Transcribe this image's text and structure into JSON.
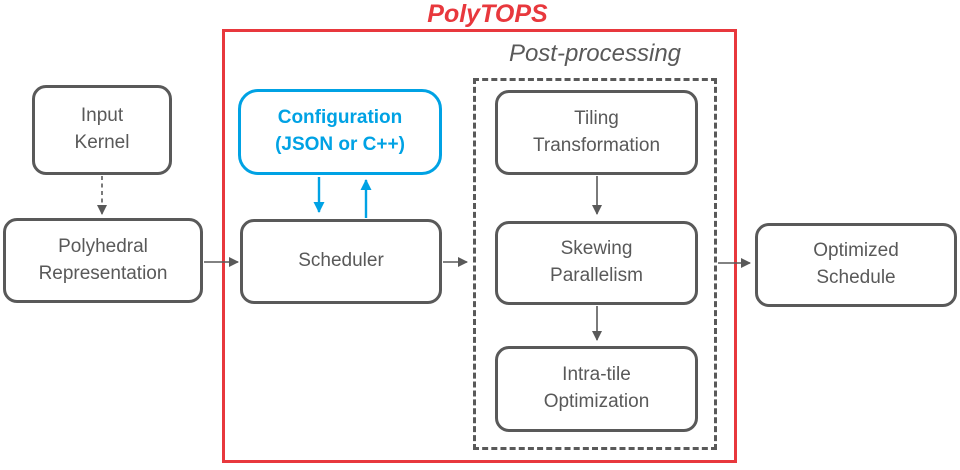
{
  "diagram": {
    "title": "PolyTOPS",
    "post_processing_label": "Post-processing",
    "nodes": {
      "input_kernel": "Input\nKernel",
      "polyhedral_representation": "Polyhedral\nRepresentation",
      "configuration": "Configuration\n(JSON or C++)",
      "scheduler": "Scheduler",
      "tiling_transformation": "Tiling\nTransformation",
      "skewing_parallelism": "Skewing\nParallelism",
      "intra_tile_optimization": "Intra-tile\nOptimization",
      "optimized_schedule": "Optimized\nSchedule"
    },
    "colors": {
      "accent_red": "#e8383d",
      "accent_blue": "#00a2e4",
      "box_gray": "#595959"
    }
  }
}
